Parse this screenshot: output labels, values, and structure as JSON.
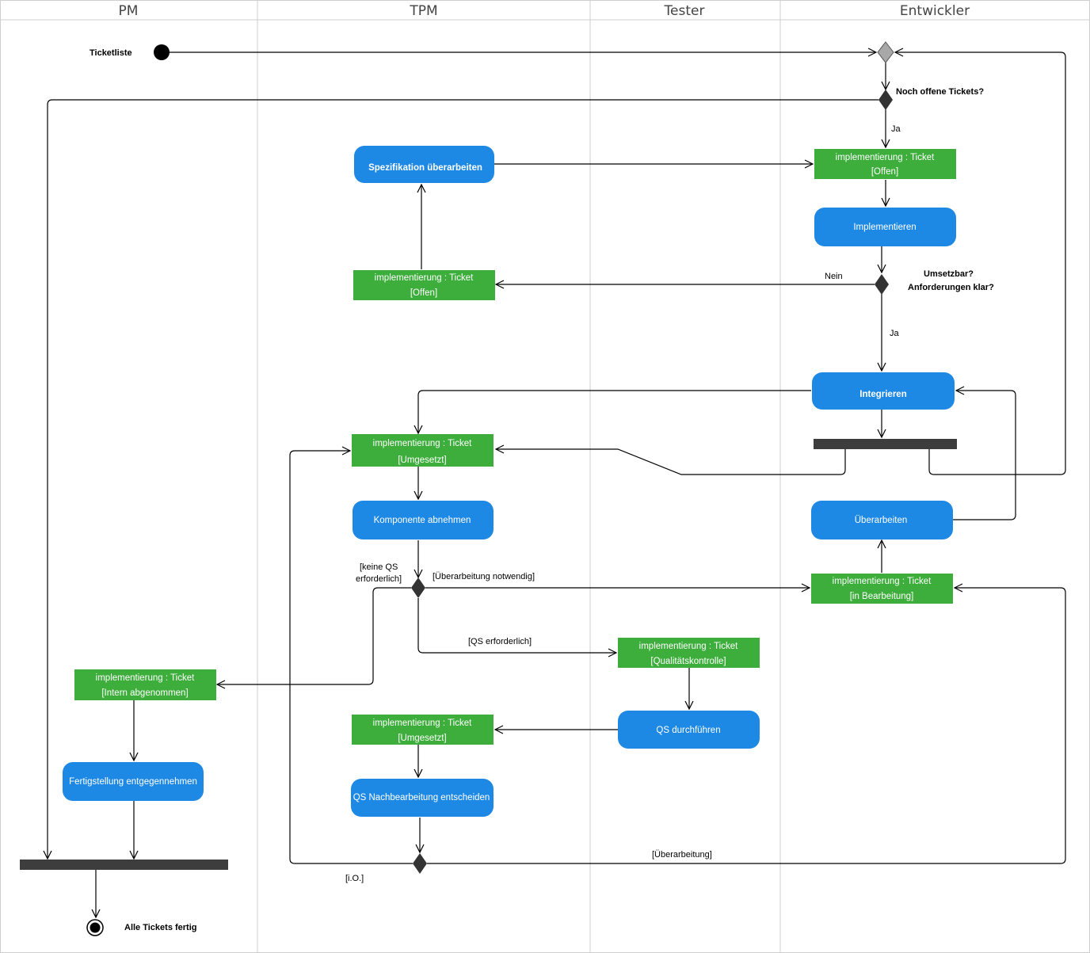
{
  "colors": {
    "activity": "#1E88E5",
    "object": "#3DAE3B",
    "bar": "#3D3D3D",
    "lane_line": "#CFCFCF"
  },
  "lanes": [
    "PM",
    "TPM",
    "Tester",
    "Entwickler"
  ],
  "start": {
    "label": "Ticketliste"
  },
  "end": {
    "label": "Alle Tickets fertig"
  },
  "activities": {
    "spezifikation": "Spezifikation überarbeiten",
    "implementieren": "Implementieren",
    "integrieren": "Integrieren",
    "komponente": "Komponente abnehmen",
    "ueberarbeiten": "Überarbeiten",
    "qs_durchfuehren": "QS durchführen",
    "qs_nachbearbeitung": "QS Nachbearbeitung entscheiden",
    "fertigstellung": "Fertigstellung entgegennehmen"
  },
  "objects": {
    "dev_offen": {
      "line1": "implementierung : Ticket",
      "line2": "[Offen]"
    },
    "tpm_offen": {
      "line1": "implementierung : Ticket",
      "line2": "[Offen]"
    },
    "tpm_umgesetzt1": {
      "line1": "implementierung : Ticket",
      "line2": "[Umgesetzt]"
    },
    "dev_bearbeitung": {
      "line1": "implementierung : Ticket",
      "line2": "[in Bearbeitung]"
    },
    "tester_qk": {
      "line1": "implementierung : Ticket",
      "line2": "[Qualitätskontrolle]"
    },
    "pm_intern": {
      "line1": "implementierung : Ticket",
      "line2": "[Intern abgenommen]"
    },
    "tpm_umgesetzt2": {
      "line1": "implementierung : Ticket",
      "line2": "[Umgesetzt]"
    }
  },
  "labels": {
    "noch_offene": "Noch offene Tickets?",
    "ja1": "Ja",
    "nein": "Nein",
    "umsetzbar1": "Umsetzbar?",
    "umsetzbar2": "Anforderungen klar?",
    "ja2": "Ja",
    "keine_qs1": "[keine QS",
    "keine_qs2": "erforderlich]",
    "ueberarbeitung_notwendig": "[Überarbeitung notwendig]",
    "qs_erforderlich": "[QS erforderlich]",
    "ueberarbeitung": "[Überarbeitung]",
    "io": "[i.O.]"
  }
}
